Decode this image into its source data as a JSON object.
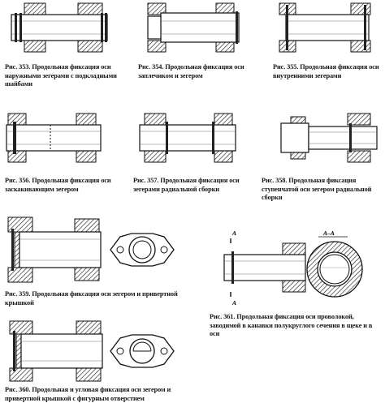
{
  "page": {
    "figures": [
      {
        "id": "353",
        "num": "Рис. 353.",
        "text": "Продольная фиксация оси наружными зегерами с подкладными шайбами"
      },
      {
        "id": "354",
        "num": "Рис. 354.",
        "text": "Продольная фиксация оси заплечиком и зегером"
      },
      {
        "id": "355",
        "num": "Рис. 355.",
        "text": "Продольная фиксация оси внутренними зегерами"
      },
      {
        "id": "356",
        "num": "Рис. 356.",
        "text": "Продольная фиксация оси заскакивающим зегером"
      },
      {
        "id": "357",
        "num": "Рис. 357.",
        "text": "Продольная фиксация оси зегерами радиальной сборки"
      },
      {
        "id": "358",
        "num": "Рис. 358.",
        "text": "Продольная фиксация ступенчатой оси зегером радиальной сборки"
      },
      {
        "id": "359",
        "num": "Рис. 359.",
        "text": "Продольная фиксация оси зегером и привертной крышкой"
      },
      {
        "id": "360",
        "num": "Рис. 360.",
        "text": "Продольная и угловая фиксация оси зегером и привертной крышкой с фигурным отверстием"
      },
      {
        "id": "361",
        "num": "Рис. 361.",
        "text": "Продольная фиксация оси проволокой, заводимой в канавки полукруглого сечения в щеке и в оси"
      }
    ],
    "section_labels": {
      "a": "А",
      "aa": "А–А"
    }
  }
}
